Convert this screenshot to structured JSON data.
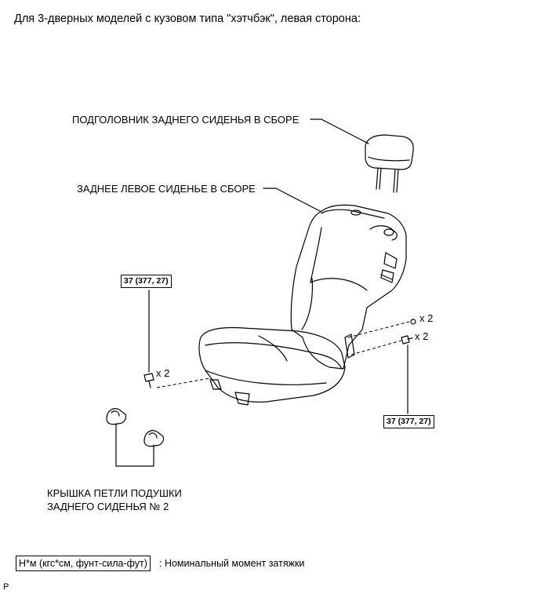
{
  "heading": "Для 3-дверных моделей с кузовом типа \"хэтчбэк\", левая сторона:",
  "labels": {
    "headrest": "ПОДГОЛОВНИК ЗАДНЕГО СИДЕНЬЯ В СБОРЕ",
    "seat": "ЗАДНЕЕ ЛЕВОЕ СИДЕНЬЕ В СБОРЕ",
    "hinge_cover_line1": "КРЫШКА ПЕТЛИ ПОДУШКИ",
    "hinge_cover_line2": "ЗАДНЕГО СИДЕНЬЯ № 2"
  },
  "torque_specs": {
    "left": "37 (377, 27)",
    "right": "37 (377, 27)"
  },
  "quantities": {
    "left_bolt": "x 2",
    "right_upper": "x 2",
    "right_lower": "x 2"
  },
  "legend": {
    "unit_box": "Н*м (кгс*см, фунт-сила-фут)",
    "description": ": Номинальный момент затяжки"
  },
  "corner_mark": "P"
}
